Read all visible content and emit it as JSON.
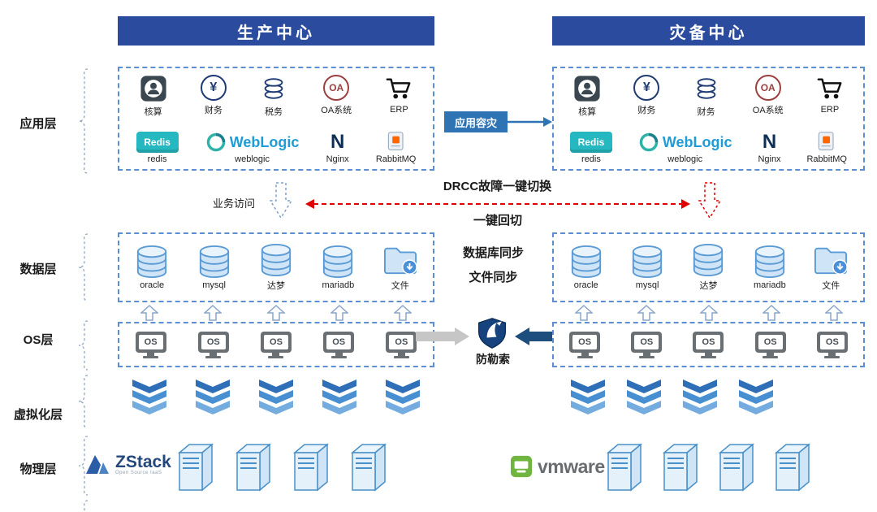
{
  "colors": {
    "header_bg": "#2b4b9e",
    "box_border": "#5b8fd0",
    "accent_blue": "#2e74b5",
    "alert_red": "#e00000",
    "navy_arrow": "#1e4e7e",
    "db_blue": "#5b9bd5",
    "redis_teal": "#26b8c0",
    "weblogic_blue": "#1e9cd7"
  },
  "headers": {
    "production": "生产中心",
    "disaster": "灾备中心"
  },
  "layer_labels": {
    "app": "应用层",
    "data": "数据层",
    "os": "OS层",
    "virtualization": "虚拟化层",
    "physical": "物理层"
  },
  "app_layer": {
    "dr_arrow_label": "应用容灾",
    "left": {
      "apps": [
        {
          "label": "核算"
        },
        {
          "symbol": "¥",
          "label": "财务"
        },
        {
          "label": "税务"
        },
        {
          "text": "OA",
          "label": "OA系统"
        },
        {
          "label": "ERP"
        }
      ],
      "middleware": [
        {
          "badge": "Redis",
          "label": "redis"
        },
        {
          "logo": "WebLogic",
          "label": "weblogic"
        },
        {
          "letter": "N",
          "label": "Nginx"
        },
        {
          "label": "RabbitMQ"
        }
      ]
    },
    "right": {
      "apps": [
        {
          "label": "核算"
        },
        {
          "symbol": "¥",
          "label": "财务"
        },
        {
          "label": "财务"
        },
        {
          "text": "OA",
          "label": "OA系统"
        },
        {
          "label": "ERP"
        }
      ],
      "middleware": [
        {
          "badge": "Redis",
          "label": "redis"
        },
        {
          "logo": "WebLogic",
          "label": "weblogic"
        },
        {
          "letter": "N",
          "label": "Nginx"
        },
        {
          "label": "RabbitMQ"
        }
      ]
    }
  },
  "flow": {
    "business_access": "业务访问",
    "failover": "DRCC故障一键切换",
    "failback": "一键回切"
  },
  "data_layer": {
    "sync_labels": [
      "数据库同步",
      "文件同步"
    ],
    "left_items": [
      {
        "label": "oracle"
      },
      {
        "label": "mysql"
      },
      {
        "label": "达梦"
      },
      {
        "label": "mariadb"
      },
      {
        "label": "文件"
      }
    ],
    "right_items": [
      {
        "label": "oracle"
      },
      {
        "label": "mysql"
      },
      {
        "label": "达梦"
      },
      {
        "label": "mariadb"
      },
      {
        "label": "文件"
      }
    ]
  },
  "os_layer": {
    "os_text": "OS",
    "shield_label": "防勒索"
  },
  "physical_layer": {
    "zstack": {
      "name": "ZStack",
      "tagline": "Open Source IaaS"
    },
    "vmware": {
      "name": "vmware"
    }
  }
}
